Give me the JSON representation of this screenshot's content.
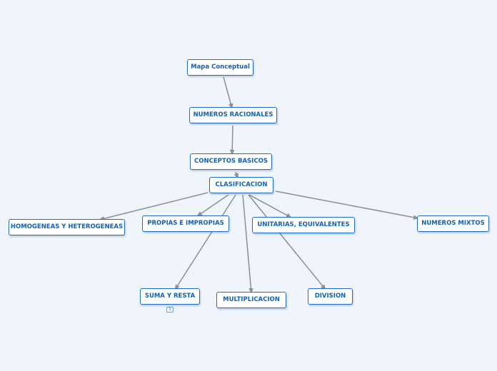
{
  "diagram": {
    "nodes": [
      {
        "id": "mapa-conceptual",
        "label": "Mapa Conceptual"
      },
      {
        "id": "numeros-racionales",
        "label": "NUMEROS RACIONALES"
      },
      {
        "id": "conceptos-basicos",
        "label": "CONCEPTOS BASICOS"
      },
      {
        "id": "clasificacion",
        "label": "CLASIFICACION"
      },
      {
        "id": "homogeneas-heterogeneas",
        "label": "HOMOGENEAS Y HETEROGENEAS"
      },
      {
        "id": "propias-impropias",
        "label": "PROPIAS E IMPROPIAS"
      },
      {
        "id": "unitarias-equivalentes",
        "label": "UNITARIAS, EQUIVALENTES"
      },
      {
        "id": "numeros-mixtos",
        "label": "NUMEROS MIXTOS"
      },
      {
        "id": "suma-resta",
        "label": "SUMA Y RESTA"
      },
      {
        "id": "multiplicacion",
        "label": "MULTIPLICACION"
      },
      {
        "id": "division",
        "label": "DIVISION"
      }
    ],
    "edges": [
      {
        "from": "mapa-conceptual",
        "to": "numeros-racionales"
      },
      {
        "from": "numeros-racionales",
        "to": "conceptos-basicos"
      },
      {
        "from": "conceptos-basicos",
        "to": "clasificacion"
      },
      {
        "from": "clasificacion",
        "to": "homogeneas-heterogeneas"
      },
      {
        "from": "clasificacion",
        "to": "propias-impropias"
      },
      {
        "from": "clasificacion",
        "to": "unitarias-equivalentes"
      },
      {
        "from": "clasificacion",
        "to": "numeros-mixtos"
      },
      {
        "from": "clasificacion",
        "to": "suma-resta"
      },
      {
        "from": "clasificacion",
        "to": "multiplicacion"
      },
      {
        "from": "clasificacion",
        "to": "division"
      }
    ],
    "badge": {
      "node": "suma-resta",
      "text": "1"
    },
    "colors": {
      "background": "#f0f5fc",
      "node_border": "#1f6fc2",
      "node_text": "#1261b8",
      "connector": "#8a8f99"
    }
  }
}
